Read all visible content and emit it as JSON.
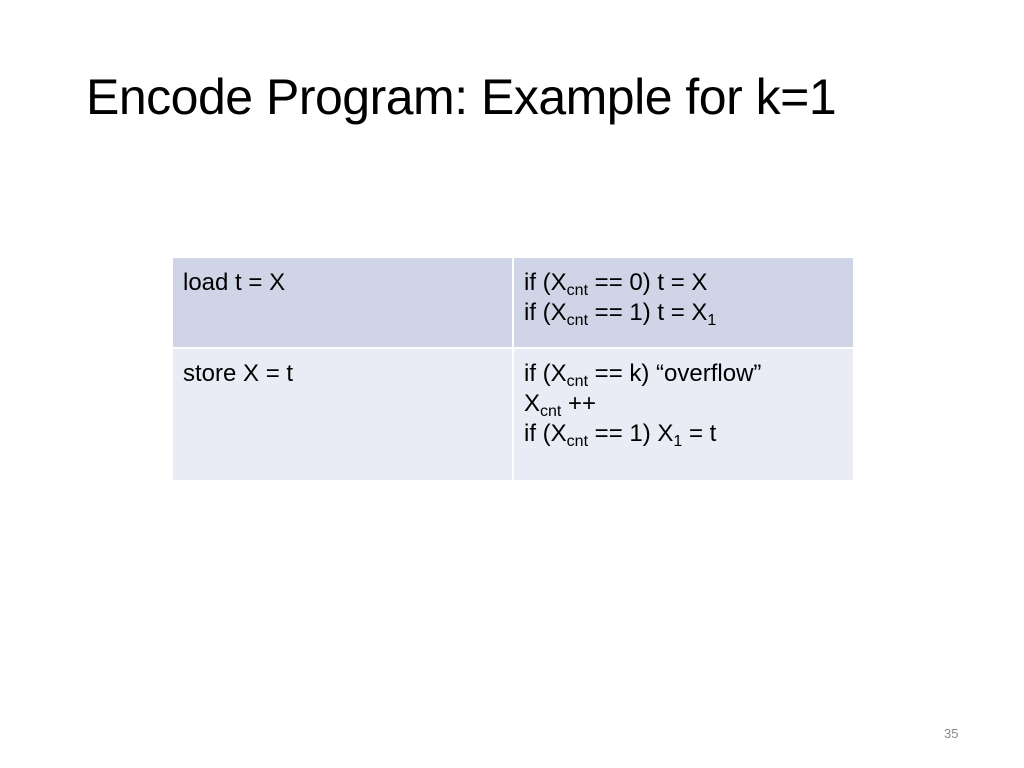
{
  "slide": {
    "title": "Encode Program: Example for k=1",
    "page_number": "35"
  },
  "table": {
    "rows": [
      {
        "left": "load t = X",
        "right": [
          {
            "pre": "if (X",
            "sub": "cnt",
            "mid": " == 0) t = X",
            "sub2": "",
            "post": ""
          },
          {
            "pre": "if (X",
            "sub": "cnt",
            "mid": " == 1) t = X",
            "sub2": "1",
            "post": ""
          }
        ]
      },
      {
        "left": "store X = t",
        "right": [
          {
            "pre": "if (X",
            "sub": "cnt",
            "mid": " == k) “overflow”",
            "sub2": "",
            "post": ""
          },
          {
            "pre": "X",
            "sub": "cnt",
            "mid": " ++",
            "sub2": "",
            "post": ""
          },
          {
            "pre": "if (X",
            "sub": "cnt",
            "mid": " == 1) X",
            "sub2": "1",
            "post": " = t"
          }
        ]
      }
    ]
  },
  "colors": {
    "header_row": "#cfd5e7",
    "body_row": "#e9ebf5",
    "page_number": "#8a8a8a"
  }
}
